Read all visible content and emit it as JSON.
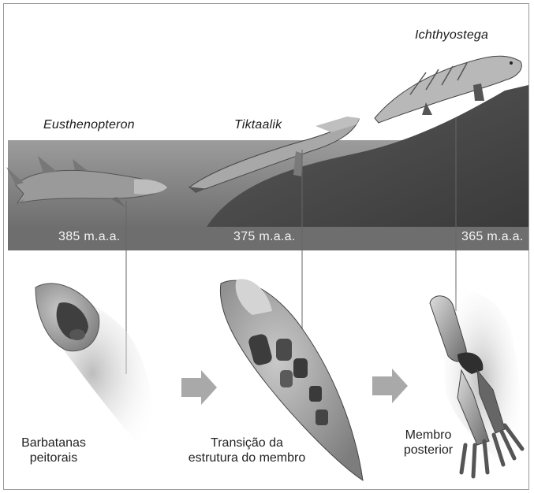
{
  "species": {
    "eusthenopteron": "Eusthenopteron",
    "tiktaalik": "Tiktaalik",
    "ichthyostega": "Ichthyostega"
  },
  "timeline": {
    "t385": "385 m.a.a.",
    "t375": "375 m.a.a.",
    "t365": "365 m.a.a."
  },
  "stages": {
    "pectoral_line1": "Barbatanas",
    "pectoral_line2": "peitorais",
    "transition_line1": "Transição da",
    "transition_line2": "estrutura do membro",
    "limb_line1": "Membro",
    "limb_line2": "posterior"
  },
  "colors": {
    "water": "#8a8a8a",
    "timeline_band": "#6e6e6e",
    "land": "#4a4a4a",
    "arrow": "#a9a9a9"
  }
}
